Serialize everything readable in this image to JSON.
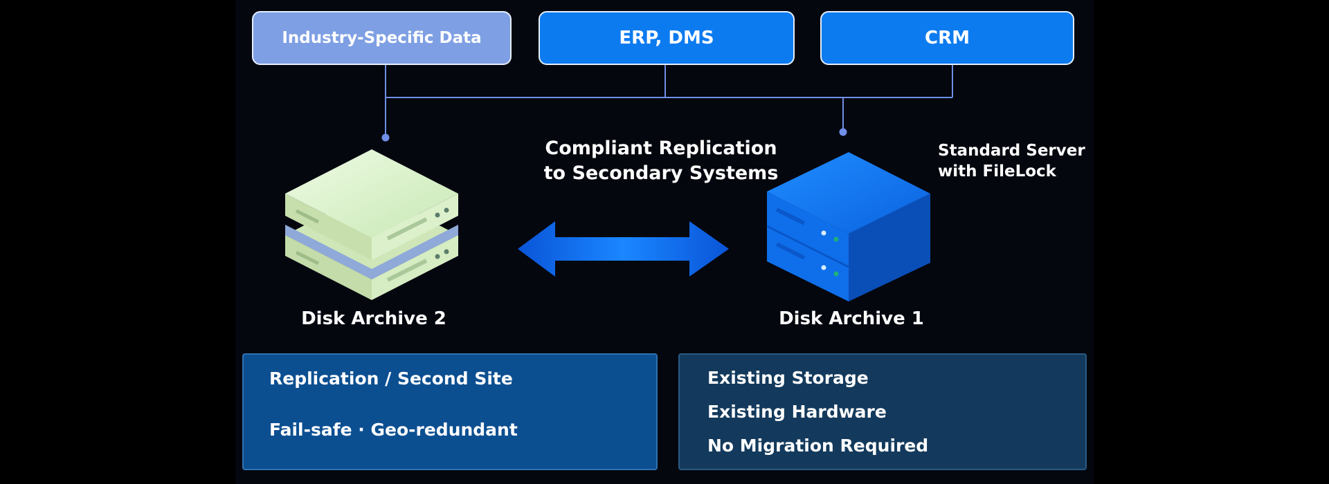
{
  "sources": [
    {
      "label": "Industry-Specific Data"
    },
    {
      "label": "ERP, DMS"
    },
    {
      "label": "CRM"
    }
  ],
  "replication_label": {
    "line1": "Compliant Replication",
    "line2": "to Secondary Systems"
  },
  "server_label": {
    "line1": "Standard Server",
    "line2": "with FileLock"
  },
  "archives": {
    "secondary": "Disk Archive 2",
    "primary": "Disk Archive 1"
  },
  "replication_box": {
    "title": "Replication / Second Site",
    "subtitle": "Fail-safe · Geo-redundant"
  },
  "existing_box": {
    "items": [
      "Existing Storage",
      "Existing Hardware",
      "No Migration Required"
    ]
  },
  "colors": {
    "background": "#000000",
    "accent_blue": "#0d7bf0",
    "muted_blue": "#7e9fe3",
    "green_server": "#d8f0c8",
    "connector": "#6f8fe8"
  }
}
